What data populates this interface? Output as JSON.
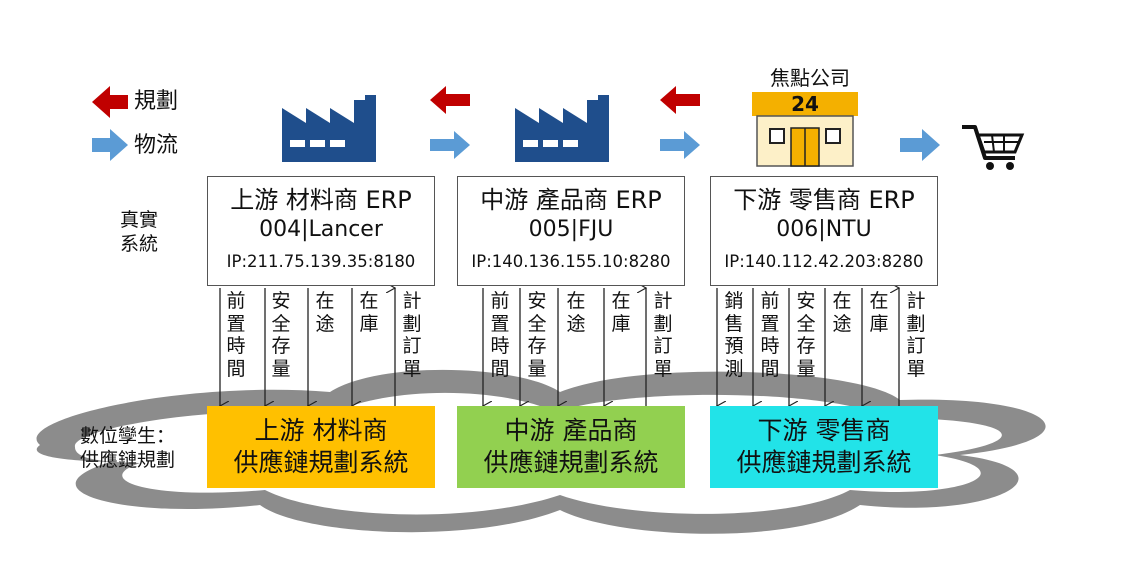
{
  "legend": {
    "planning_label": "規劃",
    "logistics_label": "物流"
  },
  "side_labels": {
    "real_system_line1": "真實",
    "real_system_line2": "系統",
    "digital_twin_line1": "數位孿生：",
    "digital_twin_line2": "供應鏈規劃"
  },
  "store_label": "焦點公司",
  "store_sign": "24",
  "erp_systems": [
    {
      "title": "上游 材料商 ERP",
      "id": "004|Lancer",
      "ip": "IP:211.75.139.35:8180"
    },
    {
      "title": "中游 產品商 ERP",
      "id": "005|FJU",
      "ip": "IP:140.136.155.10:8280"
    },
    {
      "title": "下游 零售商 ERP",
      "id": "006|NTU",
      "ip": "IP:140.112.42.203:8280"
    }
  ],
  "flow_labels": {
    "lead_time": [
      "前",
      "置",
      "時",
      "間"
    ],
    "safety_stock": [
      "安",
      "全",
      "存",
      "量"
    ],
    "in_transit": [
      "在",
      "途"
    ],
    "in_stock": [
      "在",
      "庫"
    ],
    "planned_order": [
      "計",
      "劃",
      "訂",
      "單"
    ],
    "sales_forecast": [
      "銷",
      "售",
      "預",
      "測"
    ]
  },
  "planning_systems": [
    {
      "line1": "上游 材料商",
      "line2": "供應鏈規劃系統"
    },
    {
      "line1": "中游 產品商",
      "line2": "供應鏈規劃系統"
    },
    {
      "line1": "下游 零售商",
      "line2": "供應鏈規劃系統"
    }
  ],
  "colors": {
    "factory_blue": "#1f4e8c",
    "planning_arrow_red": "#c00000",
    "logistics_arrow_blue": "#5b9bd5",
    "cloud_gray": "#8c8c8c",
    "upstream_box": "#ffc000",
    "midstream_box": "#92d050",
    "downstream_box": "#22e3e8"
  }
}
